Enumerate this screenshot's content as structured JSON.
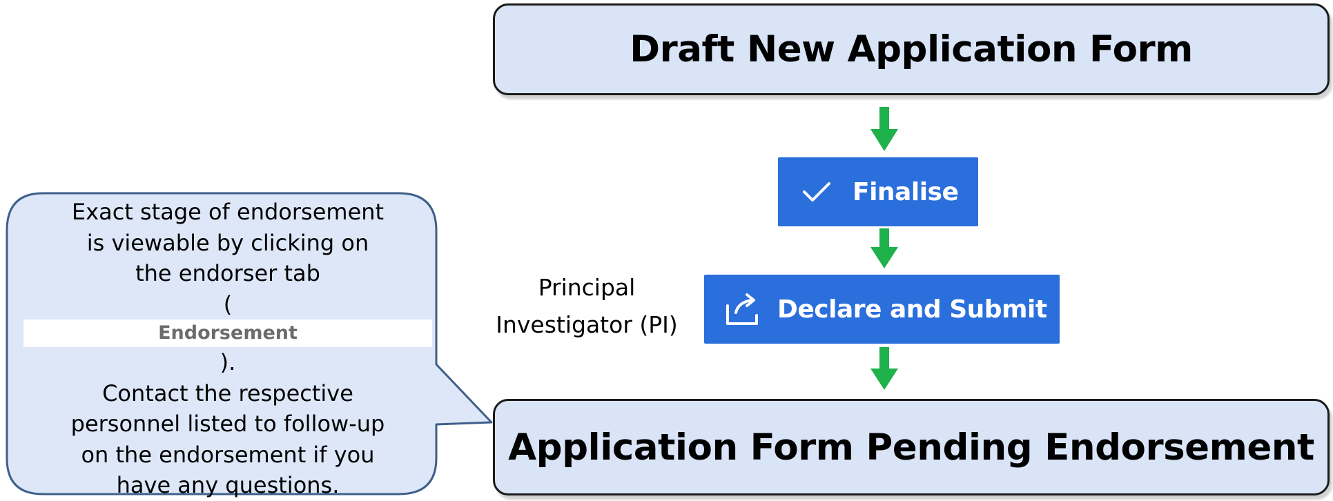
{
  "stages": {
    "draft": "Draft New Application Form",
    "pending": "Application Form Pending Endorsement"
  },
  "buttons": {
    "finalise": {
      "label": "Finalise",
      "icon": "checkmark-icon"
    },
    "declare_submit": {
      "label": "Declare and Submit",
      "icon": "submit-tray-icon"
    }
  },
  "role_label": {
    "line1": "Principal",
    "line2": "Investigator (PI)"
  },
  "callout": {
    "line1": "Exact stage of endorsement",
    "line2": "is viewable by clicking on",
    "line3": "the endorser tab",
    "paren_open": "(",
    "tab_chip": "Endorsement",
    "paren_close": ").",
    "line5": "Contact the respective",
    "line6": "personnel listed to follow-up",
    "line7": "on the endorsement if you",
    "line8": "have any questions."
  },
  "colors": {
    "stage_fill": "#d9e4f7",
    "button_fill": "#2b6fdc",
    "arrow": "#1fb14c",
    "callout_fill": "#dde7f8",
    "callout_border": "#3e5f8a"
  }
}
